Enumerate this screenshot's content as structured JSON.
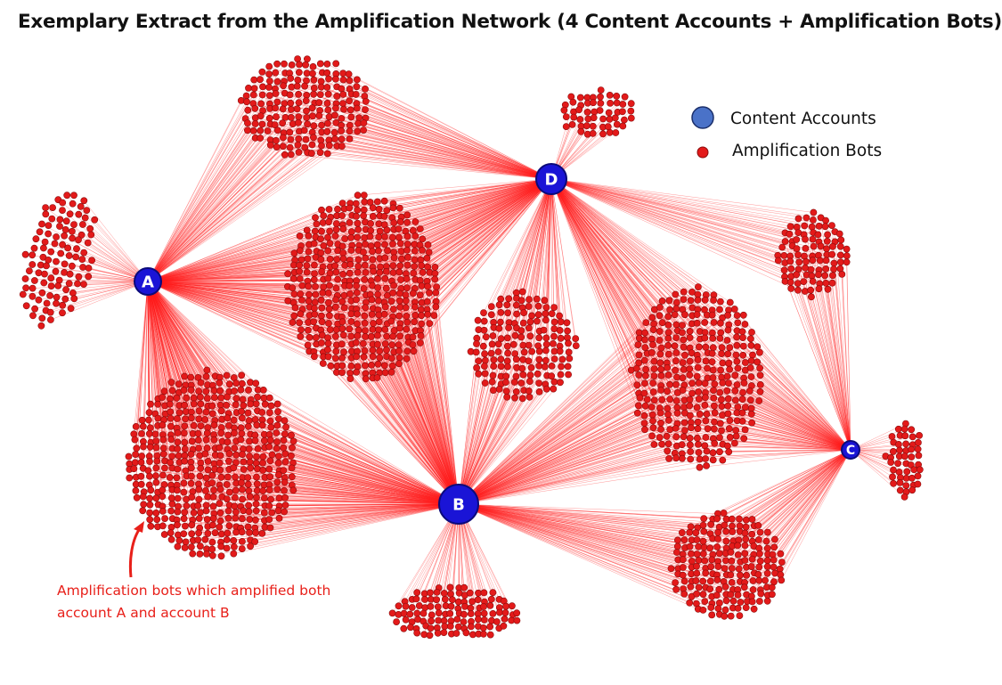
{
  "title": "Exemplary Extract from the Amplification Network (4 Content Accounts + Amplification Bots)",
  "legend": {
    "content_accounts": "Content Accounts",
    "amplification_bots": "Amplification Bots"
  },
  "annotation": {
    "line1": "Amplification bots which amplified both",
    "line2": "account A and account B"
  },
  "colors": {
    "content_node_fill": "#1a14d6",
    "content_node_stroke": "#0b0a7a",
    "legend_content_fill": "#4a72c8",
    "bot_fill": "#e31a1a",
    "bot_stroke": "#8a0d0d",
    "edge": "#ff1a1a",
    "annotation": "#e8201a"
  },
  "content_accounts": [
    {
      "id": "A",
      "label": "A"
    },
    {
      "id": "B",
      "label": "B"
    },
    {
      "id": "C",
      "label": "C"
    },
    {
      "id": "D",
      "label": "D"
    }
  ],
  "bot_clusters": [
    {
      "id": "top-center",
      "amplified": [
        "A",
        "D"
      ]
    },
    {
      "id": "top-right-small",
      "amplified": [
        "D"
      ]
    },
    {
      "id": "far-left",
      "amplified": [
        "A"
      ]
    },
    {
      "id": "center-large",
      "amplified": [
        "A",
        "D",
        "B"
      ]
    },
    {
      "id": "center-small",
      "amplified": [
        "D",
        "B"
      ]
    },
    {
      "id": "right-top",
      "amplified": [
        "D",
        "C"
      ]
    },
    {
      "id": "right-middle",
      "amplified": [
        "D",
        "B",
        "C"
      ]
    },
    {
      "id": "far-right",
      "amplified": [
        "C"
      ]
    },
    {
      "id": "bottom-left-large",
      "amplified": [
        "A",
        "B"
      ]
    },
    {
      "id": "bottom-center",
      "amplified": [
        "B"
      ]
    },
    {
      "id": "bottom-right",
      "amplified": [
        "B",
        "C"
      ]
    }
  ]
}
